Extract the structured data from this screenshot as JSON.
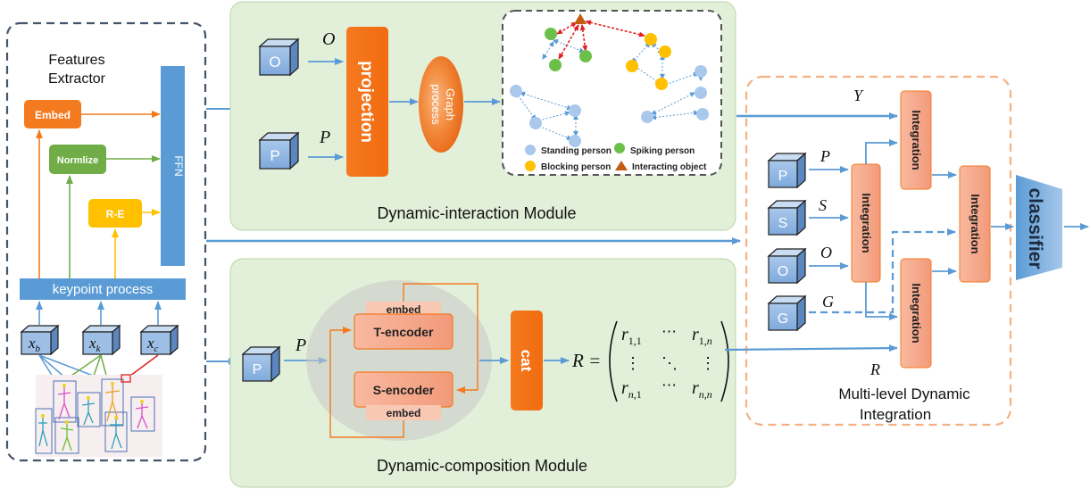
{
  "features_extractor": {
    "title_line1": "Features",
    "title_line2": "Extractor",
    "embed": "Embed",
    "normlize": "Normlize",
    "re": "R-E",
    "ffn": "FFN",
    "keypoint_process": "keypoint process",
    "xb_base": "x",
    "xb_sub": "b",
    "xk_base": "x",
    "xk_sub": "k",
    "xc_base": "x",
    "xc_sub": "c"
  },
  "interaction": {
    "title": "Dynamic-interaction Module",
    "o_cube": "O",
    "p_cube": "P",
    "o_label": "O",
    "p_label": "P",
    "projection": "projection",
    "graph_line1": "Graph",
    "graph_line2": "process",
    "legend": {
      "standing": "Standing person",
      "spiking": "Spiking person",
      "blocking": "Blocking person",
      "interacting": "Interacting object"
    }
  },
  "composition": {
    "title": "Dynamic-composition Module",
    "p_cube": "P",
    "p_label": "P",
    "embed_top": "embed",
    "t_encoder": "T-encoder",
    "s_encoder": "S-encoder",
    "embed_bottom": "embed",
    "cat": "cat",
    "r_eq": "R =",
    "m11": "r1,1",
    "m1n": "r1,n",
    "mn1": "rn,1",
    "mnn": "rn,n",
    "hdots": "⋯",
    "vdots": "⋮",
    "ddots": "⋱"
  },
  "integration": {
    "title_line1": "Multi-level  Dynamic",
    "title_line2": "Integration",
    "y_label": "Y",
    "p_cube": "P",
    "s_cube": "S",
    "o_cube": "O",
    "g_cube": "G",
    "p_label": "P",
    "s_label": "S",
    "o_label": "O",
    "g_label": "G",
    "r_label": "R",
    "integration": "Integration",
    "classifier": "classifier"
  },
  "colors": {
    "panel_green": "#e2efd9",
    "dash_blue": "#44546a",
    "dash_orange": "#f4b183",
    "orange": "#f47a20",
    "salmon": "#f4a58a",
    "blue": "#5b9bd5",
    "green": "#70ad47",
    "yellow": "#ffc000",
    "brown": "#c55a11",
    "red": "#e02020"
  }
}
